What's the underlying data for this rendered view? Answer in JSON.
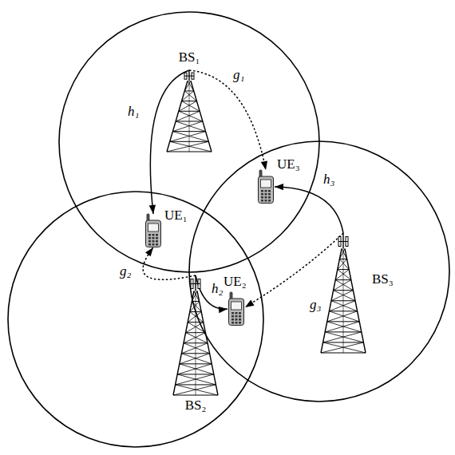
{
  "diagram": {
    "nodes": [
      {
        "text": [
          "BS₁"
        ]
      },
      {
        "text": [
          "UE₃"
        ]
      },
      {
        "text": [
          "UE₁"
        ]
      },
      {
        "text": [
          "BS₃"
        ]
      },
      {
        "text": [
          "UE₂"
        ]
      },
      {
        "text": [
          "BS₂"
        ]
      }
    ],
    "edges": [
      {
        "from": 0,
        "to": 2,
        "arrow": "to",
        "label": "h₁"
      },
      {
        "from": 0,
        "to": 1,
        "arrow": "to",
        "label": "g₁"
      },
      {
        "from": 3,
        "to": 1,
        "arrow": "to",
        "label": "h₃"
      },
      {
        "from": 3,
        "to": 4,
        "arrow": "to",
        "label": "g₃"
      },
      {
        "from": 5,
        "to": 4,
        "arrow": "to",
        "label": "h₂"
      },
      {
        "from": 5,
        "to": 2,
        "arrow": "to",
        "label": "g₂"
      }
    ]
  }
}
